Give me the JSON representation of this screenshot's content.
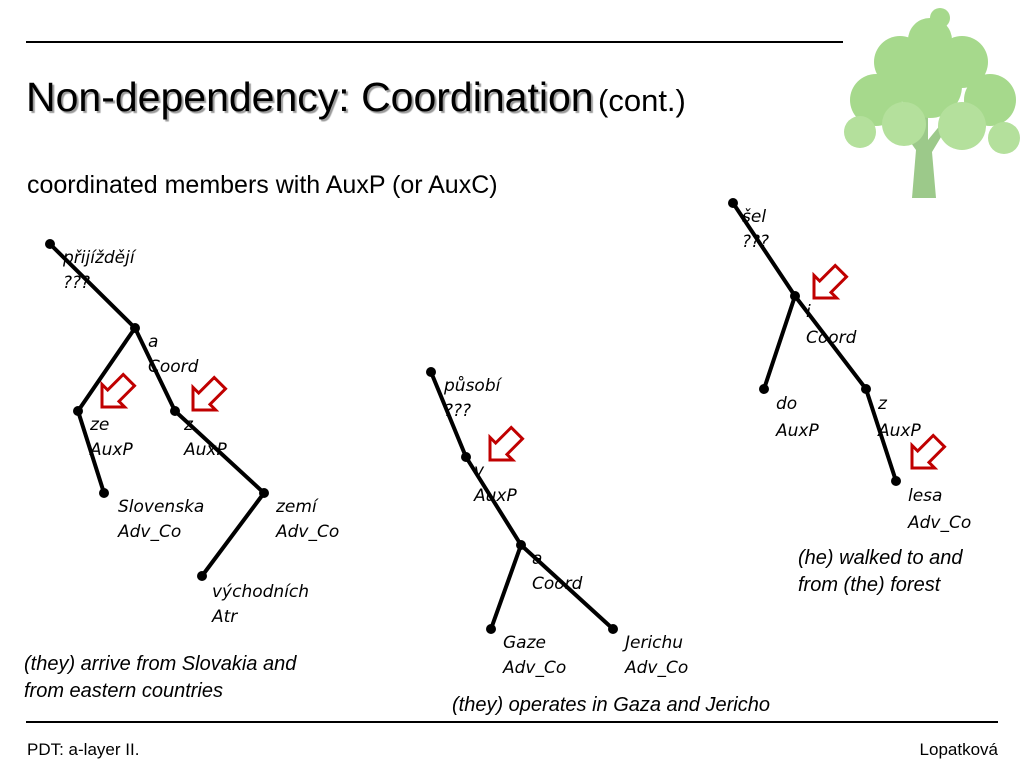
{
  "slide": {
    "title": "Non-dependency: Coordination",
    "title_suffix": "(cont.)",
    "subtitle": "coordinated members with AuxP  (or AuxC)",
    "footer_left": "PDT: a-layer II.",
    "footer_right": "Lopatková"
  },
  "colors": {
    "arrow": "#c00000",
    "tree_foliage": "#a6d98c",
    "tree_trunk": "#9cc98a"
  },
  "trees": [
    {
      "caption_lines": [
        "(they) arrive from Slovakia and",
        "from eastern countries"
      ],
      "nodes": [
        {
          "id": "t1n1",
          "form": "přijíždějí",
          "afun": "???"
        },
        {
          "id": "t1n2",
          "form": "a",
          "afun": "Coord"
        },
        {
          "id": "t1n3",
          "form": "ze",
          "afun": "AuxP"
        },
        {
          "id": "t1n4",
          "form": "z",
          "afun": "AuxP"
        },
        {
          "id": "t1n5",
          "form": "Slovenska",
          "afun": "Adv_Co"
        },
        {
          "id": "t1n6",
          "form": "zemí",
          "afun": "Adv_Co"
        },
        {
          "id": "t1n7",
          "form": "východních",
          "afun": "Atr"
        }
      ]
    },
    {
      "caption_lines": [
        "(they) operates in Gaza and Jericho"
      ],
      "nodes": [
        {
          "id": "t2n1",
          "form": "působí",
          "afun": "???"
        },
        {
          "id": "t2n2",
          "form": "v",
          "afun": "AuxP"
        },
        {
          "id": "t2n3",
          "form": "a",
          "afun": "Coord"
        },
        {
          "id": "t2n4",
          "form": "Gaze",
          "afun": "Adv_Co"
        },
        {
          "id": "t2n5",
          "form": "Jerichu",
          "afun": "Adv_Co"
        }
      ]
    },
    {
      "caption_lines": [
        "(he) walked to and",
        "from (the) forest"
      ],
      "nodes": [
        {
          "id": "t3n1",
          "form": "šel",
          "afun": "???"
        },
        {
          "id": "t3n2",
          "form": "i",
          "afun": "Coord"
        },
        {
          "id": "t3n3",
          "form": "do",
          "afun": "AuxP"
        },
        {
          "id": "t3n4",
          "form": "z",
          "afun": "AuxP"
        },
        {
          "id": "t3n5",
          "form": "lesa",
          "afun": "Adv_Co"
        }
      ]
    }
  ]
}
